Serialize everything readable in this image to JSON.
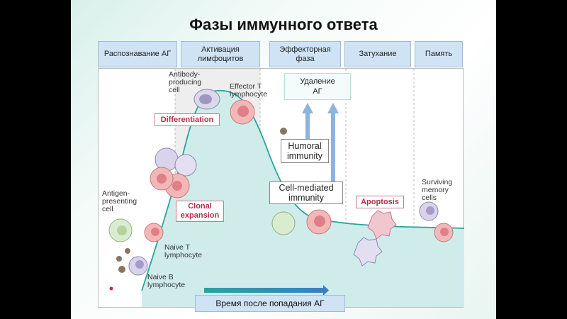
{
  "title": "Фазы иммунного ответа",
  "phases": [
    {
      "label": "Распознавание АГ"
    },
    {
      "label": "Активация\nлимфоцитов"
    },
    {
      "label": "Эффекторная\nфаза"
    },
    {
      "label": "Затухание"
    },
    {
      "label": "Память"
    }
  ],
  "time_axis_label": "Время после попадания АГ",
  "antigen_removal": "Удаление\nАГ",
  "process_labels": {
    "differentiation": "Differentiation",
    "clonal_expansion": "Clonal\nexpansion",
    "apoptosis": "Apoptosis"
  },
  "immunity_labels": {
    "humoral": "Humoral\nimmunity",
    "cell_mediated": "Cell-mediated\nimmunity"
  },
  "cell_labels": {
    "antibody_producing": "Antibody-\nproducing\ncell",
    "effector_t": "Effector T\nlymphocyte",
    "antigen_presenting": "Antigen-\npresenting\ncell",
    "naive_t": "Naive T\nlymphocyte",
    "naive_b": "Naive B\nlymphocyte",
    "surviving_memory": "Surviving\nmemory\ncells"
  },
  "colors": {
    "curve": "#2aa3a0",
    "curve_fill": "#cfeceb",
    "phase_fill": "#cfe3f5",
    "label_red": "#b0304a",
    "arrow_blue": "#8fb3dc"
  }
}
